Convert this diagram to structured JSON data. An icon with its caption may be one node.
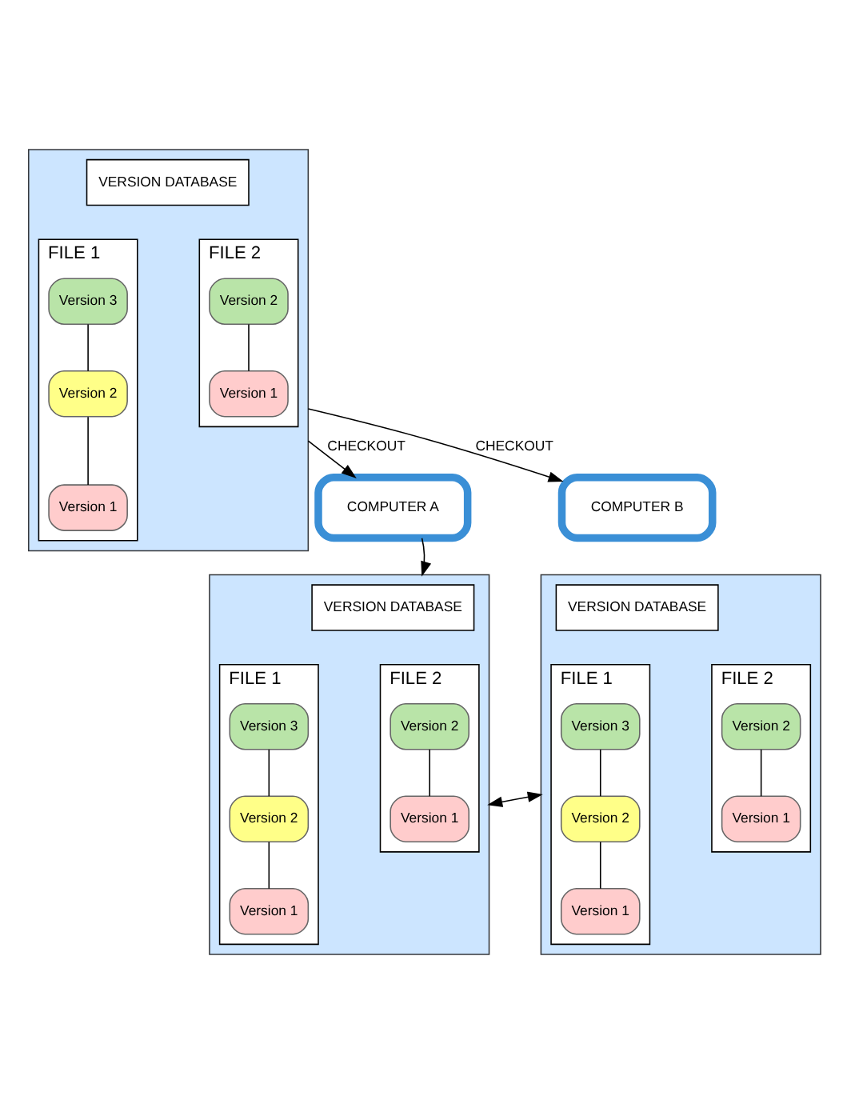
{
  "diagram": {
    "nodes": [
      {
        "text": [],
        "shape": "cylinder"
      },
      {
        "text": [
          "VERSION DATABASE"
        ],
        "in": 0
      },
      {
        "text": [
          "FILE 1"
        ],
        "in": 0
      },
      {
        "text": [
          "Version 3"
        ],
        "in": 2
      },
      {
        "text": [
          "Version 2"
        ],
        "in": 2
      },
      {
        "text": [
          "Version 1"
        ],
        "in": 2
      },
      {
        "text": [
          "FILE 2"
        ],
        "in": 0
      },
      {
        "text": [
          "Version 2"
        ],
        "in": 6
      },
      {
        "text": [
          "Version 1"
        ],
        "in": 6
      },
      {
        "text": [
          "COMPUTER A"
        ]
      },
      {
        "text": [
          "COMPUTER B"
        ]
      },
      {
        "text": [],
        "shape": "cylinder"
      },
      {
        "text": [
          "VERSION DATABASE"
        ],
        "in": 11
      },
      {
        "text": [
          "FILE 1"
        ],
        "in": 11
      },
      {
        "text": [
          "Version 3"
        ],
        "in": 13
      },
      {
        "text": [
          "Version 2"
        ],
        "in": 13
      },
      {
        "text": [
          "Version 1"
        ],
        "in": 13
      },
      {
        "text": [
          "FILE 2"
        ],
        "in": 11
      },
      {
        "text": [
          "Version 2"
        ],
        "in": 17
      },
      {
        "text": [
          "Version 1"
        ],
        "in": 17
      },
      {
        "text": [],
        "shape": "cylinder"
      },
      {
        "text": [
          "VERSION DATABASE"
        ],
        "in": 20
      },
      {
        "text": [
          "FILE 1"
        ],
        "in": 20
      },
      {
        "text": [
          "Version 3"
        ],
        "in": 22
      },
      {
        "text": [
          "Version 2"
        ],
        "in": 22
      },
      {
        "text": [
          "Version 1"
        ],
        "in": 22
      },
      {
        "text": [
          "FILE 2"
        ],
        "in": 20
      },
      {
        "text": [
          "Version 2"
        ],
        "in": 26
      },
      {
        "text": [
          "Version 1"
        ],
        "in": 26
      }
    ],
    "edges": [
      {
        "from": 3,
        "to": 4,
        "arrow": "none"
      },
      {
        "from": 4,
        "to": 5,
        "arrow": "none"
      },
      {
        "from": 7,
        "to": 8,
        "arrow": "none"
      },
      {
        "from": 0,
        "to": 9,
        "label": "CHECKOUT",
        "arrow": "to"
      },
      {
        "from": 0,
        "to": 10,
        "label": "CHECKOUT",
        "arrow": "to"
      },
      {
        "from": 9,
        "to": 11,
        "arrow": "to"
      },
      {
        "from": 14,
        "to": 15,
        "arrow": "none"
      },
      {
        "from": 15,
        "to": 16,
        "arrow": "none"
      },
      {
        "from": 18,
        "to": 19,
        "arrow": "none"
      },
      {
        "from": 11,
        "to": 20,
        "arrow": "both"
      },
      {
        "from": 23,
        "to": 24,
        "arrow": "none"
      },
      {
        "from": 24,
        "to": 25,
        "arrow": "none"
      },
      {
        "from": 27,
        "to": 28,
        "arrow": "none"
      }
    ]
  }
}
